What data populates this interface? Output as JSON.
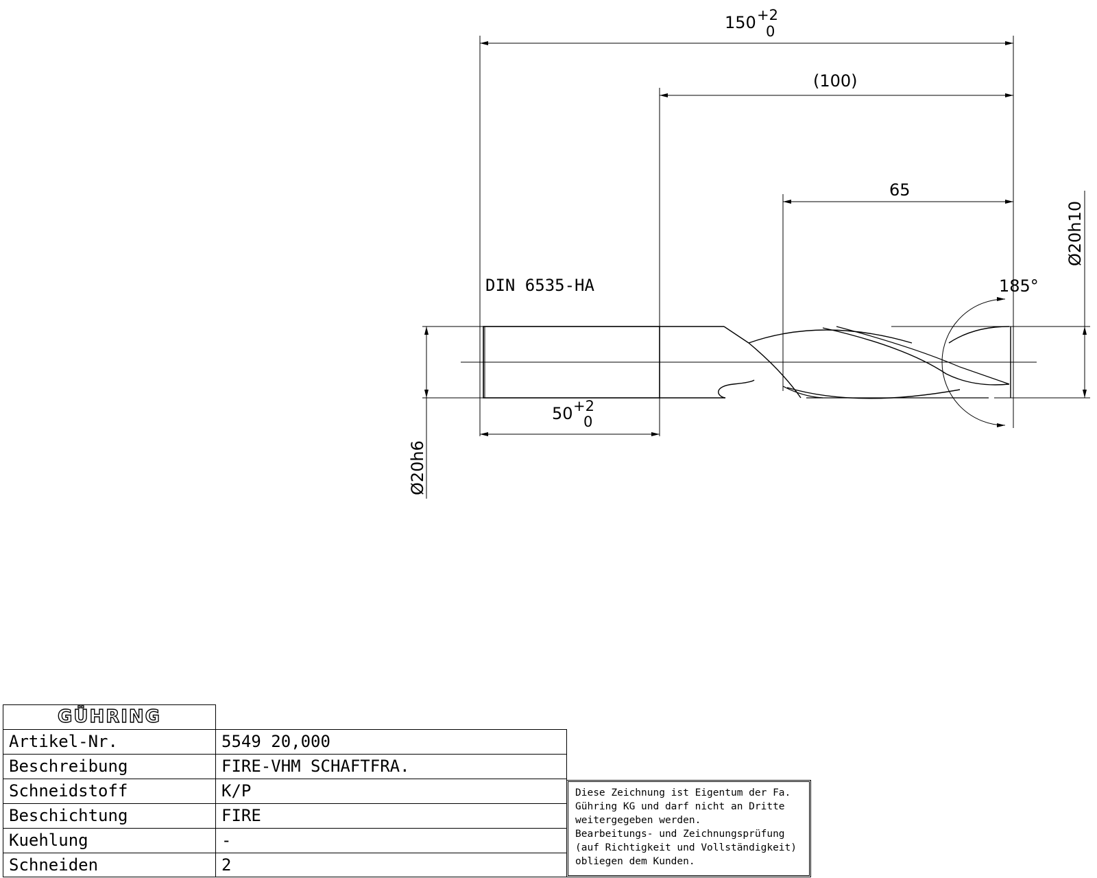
{
  "drawing": {
    "standard": "DIN 6535-HA",
    "dimensions": {
      "overall_length": {
        "base": "150",
        "upper": "+2",
        "lower": "0"
      },
      "reference_length": "(100)",
      "flute_length": "65",
      "shank_length": {
        "base": "50",
        "upper": "+2",
        "lower": "0"
      },
      "cutting_diameter": "Ø20h10",
      "shank_diameter": "Ø20h6",
      "point_angle": "185°"
    }
  },
  "title_block": {
    "logo": "GÜHRING",
    "rows": [
      {
        "label": "Artikel-Nr.",
        "value": "5549 20,000"
      },
      {
        "label": "Beschreibung",
        "value": "FIRE-VHM SCHAFTFRA."
      },
      {
        "label": "Schneidstoff",
        "value": "K/P"
      },
      {
        "label": "Beschichtung",
        "value": "FIRE"
      },
      {
        "label": "Kuehlung",
        "value": "-"
      },
      {
        "label": "Schneiden",
        "value": "2"
      }
    ]
  },
  "notice": {
    "lines": [
      "Diese Zeichnung ist Eigentum der Fa.",
      "Gühring KG und darf nicht an Dritte",
      "weitergegeben werden.",
      "Bearbeitungs- und Zeichnungsprüfung",
      "(auf Richtigkeit und Vollständigkeit)",
      "obliegen dem Kunden."
    ]
  }
}
